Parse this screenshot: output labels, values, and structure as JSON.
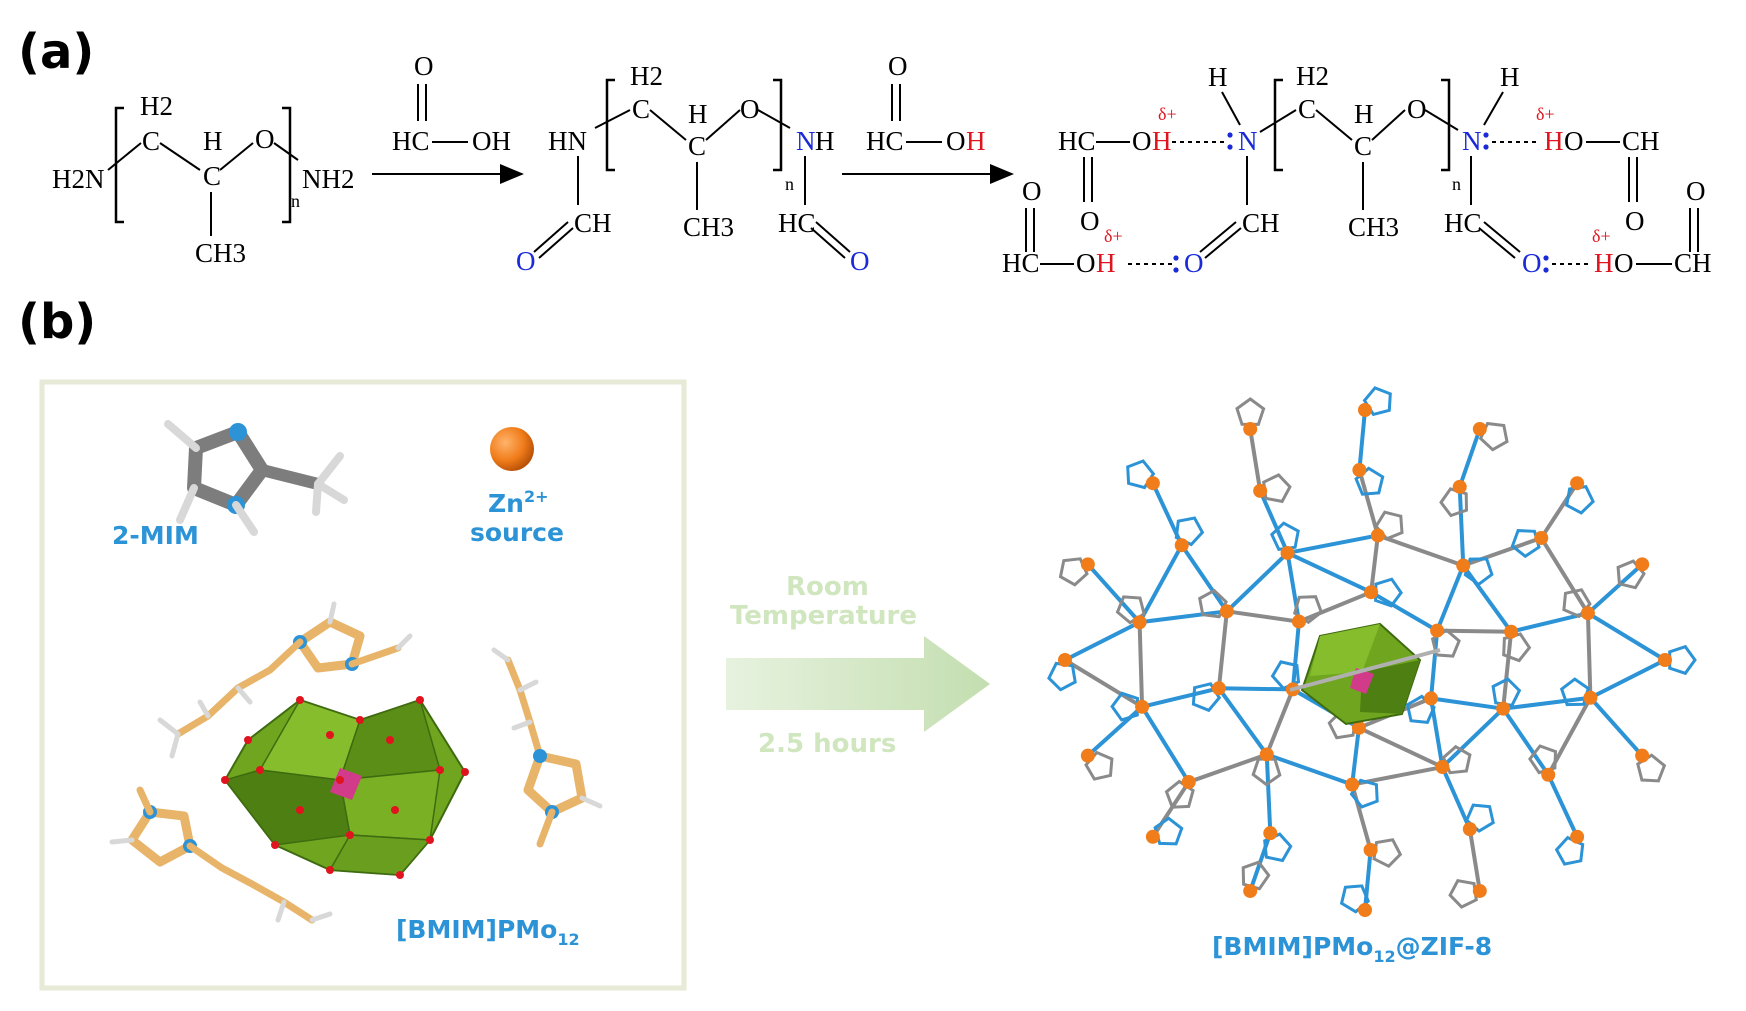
{
  "panel_a": {
    "label": "(a)",
    "reactant": {
      "left_group": "H2N",
      "right_group": "NH2",
      "ch2": "C",
      "h2": "H2",
      "ch": "C",
      "h": "H",
      "o": "O",
      "ch3": "CH3",
      "n": "n"
    },
    "reagent1": {
      "o": "O",
      "hc": "HC",
      "oh": "OH"
    },
    "intermediate": {
      "hn": "HN",
      "nh_n": "N",
      "nh_h": "H",
      "o_left": "O",
      "ch_left": "CH",
      "hc_right": "HC",
      "o_right": "O",
      "ch2": "C",
      "h2": "H2",
      "ch": "C",
      "h": "H",
      "o": "O",
      "ch3": "CH3",
      "n": "n"
    },
    "reagent2": {
      "o": "O",
      "hc": "HC",
      "o_oh": "O",
      "h_oh": "H"
    },
    "product": {
      "n_left": "N",
      "n_right": "N",
      "h_left": "H",
      "h_right": "H",
      "delta": "δ+",
      "acid_tl": {
        "hc": "HC",
        "o": "O",
        "h": "H",
        "o_dbl": "O"
      },
      "acid_bl": {
        "hc": "HC",
        "o": "O",
        "h": "H",
        "o_dbl": "O"
      },
      "acid_tr": {
        "h": "H",
        "o": "O",
        "ch": "CH",
        "o_dbl": "O"
      },
      "acid_br": {
        "h": "H",
        "o": "O",
        "ch": "CH",
        "o_dbl": "O"
      },
      "o_left": "O",
      "ch_left": "CH",
      "hc_right": "HC",
      "o_right": "O",
      "ch2": "C",
      "h2": "H2",
      "ch": "C",
      "h": "H",
      "o": "O",
      "ch3": "CH3",
      "n": "n"
    }
  },
  "panel_b": {
    "label": "(b)",
    "mim_label": "2-MIM",
    "zn_label": "Zn",
    "zn_sup": "2+",
    "zn_source": "source",
    "ionic_label": "[BMIM]PMo",
    "ionic_sub": "12",
    "condition_top1": "Room",
    "condition_top2": "Temperature",
    "condition_bottom": "2.5 hours",
    "product_label_a": "[BMIM]PMo",
    "product_label_sub": "12",
    "product_label_b": "@ZIF-8"
  },
  "colors": {
    "nitrogen_blue": "#1a2ad8",
    "hydrogen_red": "#e0141e",
    "label_blue": "#2b93d6",
    "zn_orange": "#f07c1a",
    "polyhedron_green": "#6fa51f",
    "arrow_green": "#cfe6be"
  }
}
